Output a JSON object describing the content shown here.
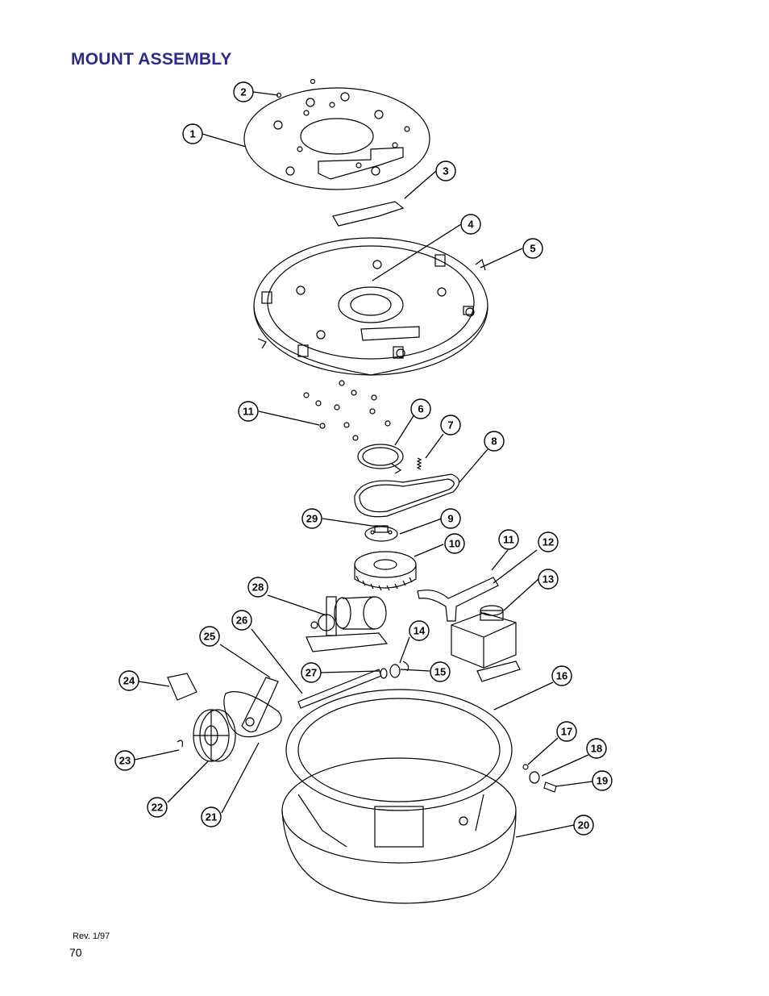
{
  "page": {
    "title": "MOUNT ASSEMBLY",
    "revision": "Rev. 1/97",
    "page_number": "70"
  },
  "callouts": [
    {
      "id": "c1",
      "label": "1"
    },
    {
      "id": "c2",
      "label": "2"
    },
    {
      "id": "c3",
      "label": "3"
    },
    {
      "id": "c4",
      "label": "4"
    },
    {
      "id": "c5",
      "label": "5"
    },
    {
      "id": "c6",
      "label": "6"
    },
    {
      "id": "c7",
      "label": "7"
    },
    {
      "id": "c8",
      "label": "8"
    },
    {
      "id": "c9",
      "label": "9"
    },
    {
      "id": "c10",
      "label": "10"
    },
    {
      "id": "c11a",
      "label": "11"
    },
    {
      "id": "c11b",
      "label": "11"
    },
    {
      "id": "c12",
      "label": "12"
    },
    {
      "id": "c13",
      "label": "13"
    },
    {
      "id": "c14",
      "label": "14"
    },
    {
      "id": "c15",
      "label": "15"
    },
    {
      "id": "c16",
      "label": "16"
    },
    {
      "id": "c17",
      "label": "17"
    },
    {
      "id": "c18",
      "label": "18"
    },
    {
      "id": "c19",
      "label": "19"
    },
    {
      "id": "c20",
      "label": "20"
    },
    {
      "id": "c21",
      "label": "21"
    },
    {
      "id": "c22",
      "label": "22"
    },
    {
      "id": "c23",
      "label": "23"
    },
    {
      "id": "c24",
      "label": "24"
    },
    {
      "id": "c25",
      "label": "25"
    },
    {
      "id": "c26",
      "label": "26"
    },
    {
      "id": "c27",
      "label": "27"
    },
    {
      "id": "c28",
      "label": "28"
    },
    {
      "id": "c29",
      "label": "29"
    }
  ]
}
